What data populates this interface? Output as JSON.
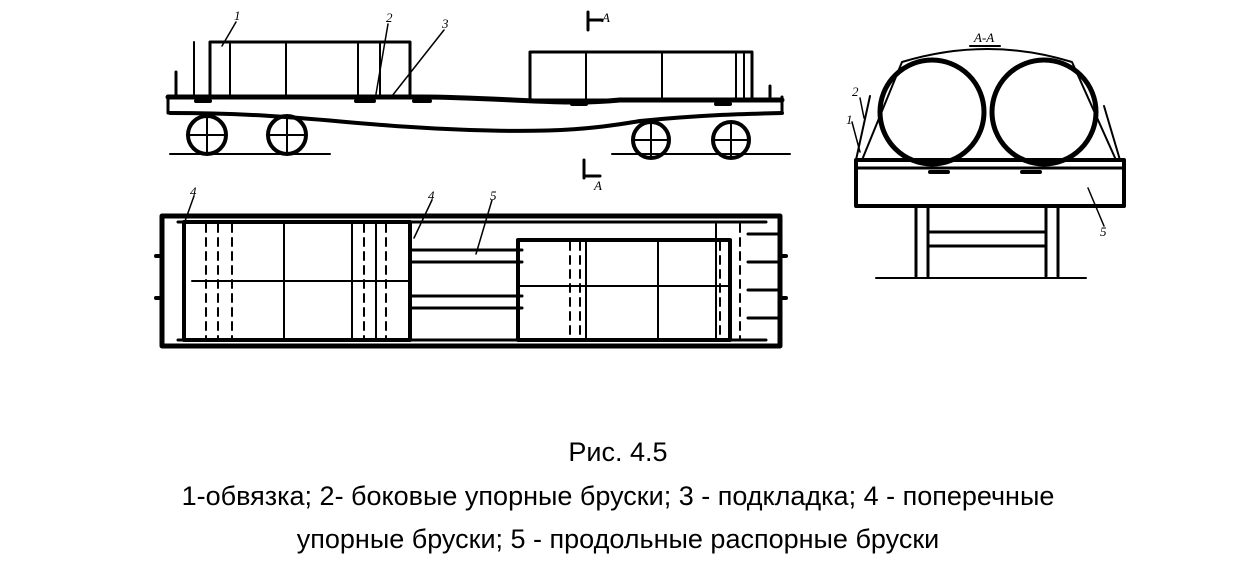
{
  "labels": {
    "side": [
      "1",
      "2",
      "3"
    ],
    "top": [
      "4",
      "4",
      "5"
    ],
    "section": [
      "2",
      "1",
      "5"
    ],
    "cut_top": "A",
    "cut_bottom": "A",
    "section_title": "A-A"
  },
  "caption": {
    "title": "Рис. 4.5",
    "line1": "1-обвязка; 2- боковые упорные бруски; 3 - подкладка; 4 - поперечные",
    "line2": "упорные бруски; 5 - продольные распорные бруски"
  }
}
